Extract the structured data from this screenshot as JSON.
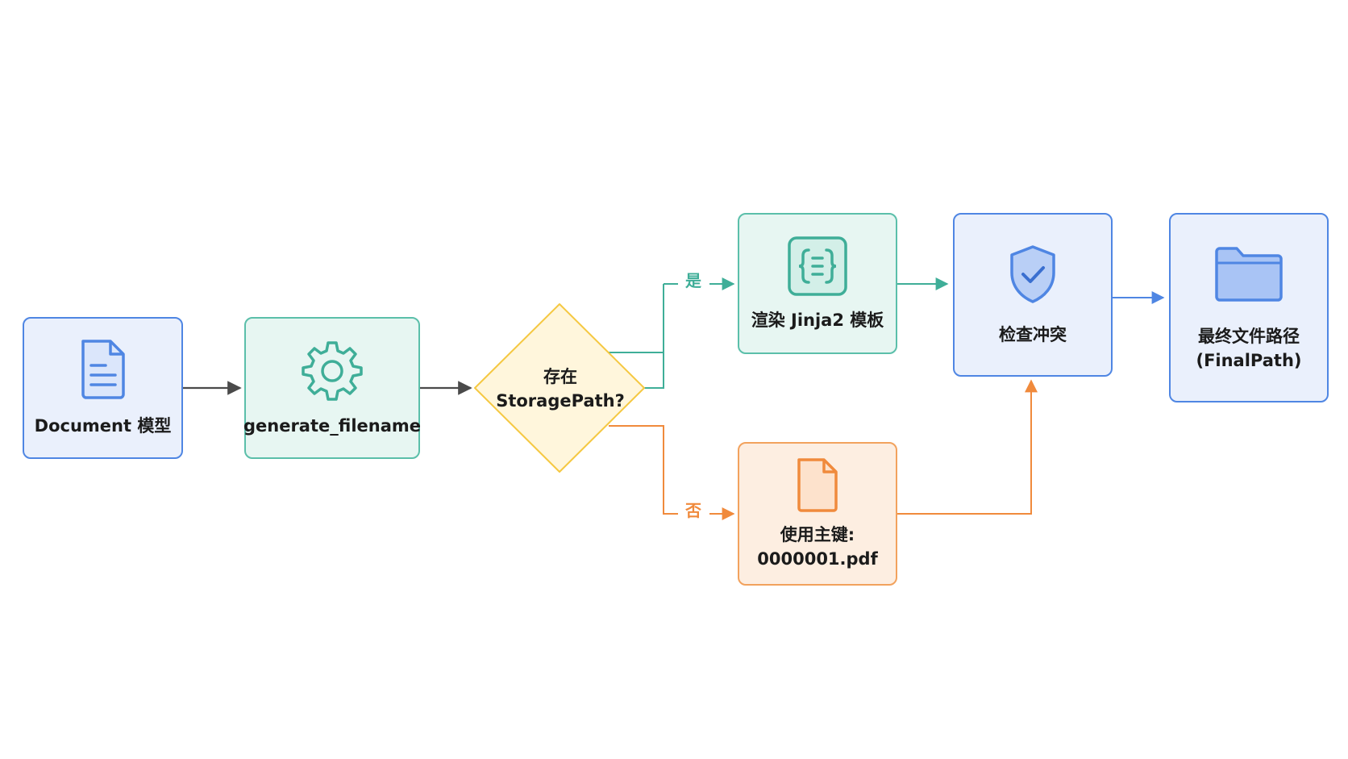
{
  "colors": {
    "blue": "#4f86e3",
    "teal": "#3fae98",
    "orange": "#f08a3c",
    "yellow": "#f5c842",
    "gray": "#4a4a4a"
  },
  "nodes": {
    "document": {
      "label": "Document 模型",
      "icon": "document-icon"
    },
    "generate": {
      "label": "generate_filename",
      "icon": "gear-icon"
    },
    "decision": {
      "line1": "存在",
      "line2": "StoragePath?"
    },
    "render": {
      "label": "渲染 Jinja2 模板",
      "icon": "code-braces-icon"
    },
    "primary_key": {
      "line1": "使用主键:",
      "line2": "0000001.pdf",
      "icon": "file-icon"
    },
    "check": {
      "label": "检查冲突",
      "icon": "shield-check-icon"
    },
    "final": {
      "line1": "最终文件路径",
      "line2": "(FinalPath)",
      "icon": "folder-icon"
    }
  },
  "edges": {
    "yes_label": "是",
    "no_label": "否"
  }
}
